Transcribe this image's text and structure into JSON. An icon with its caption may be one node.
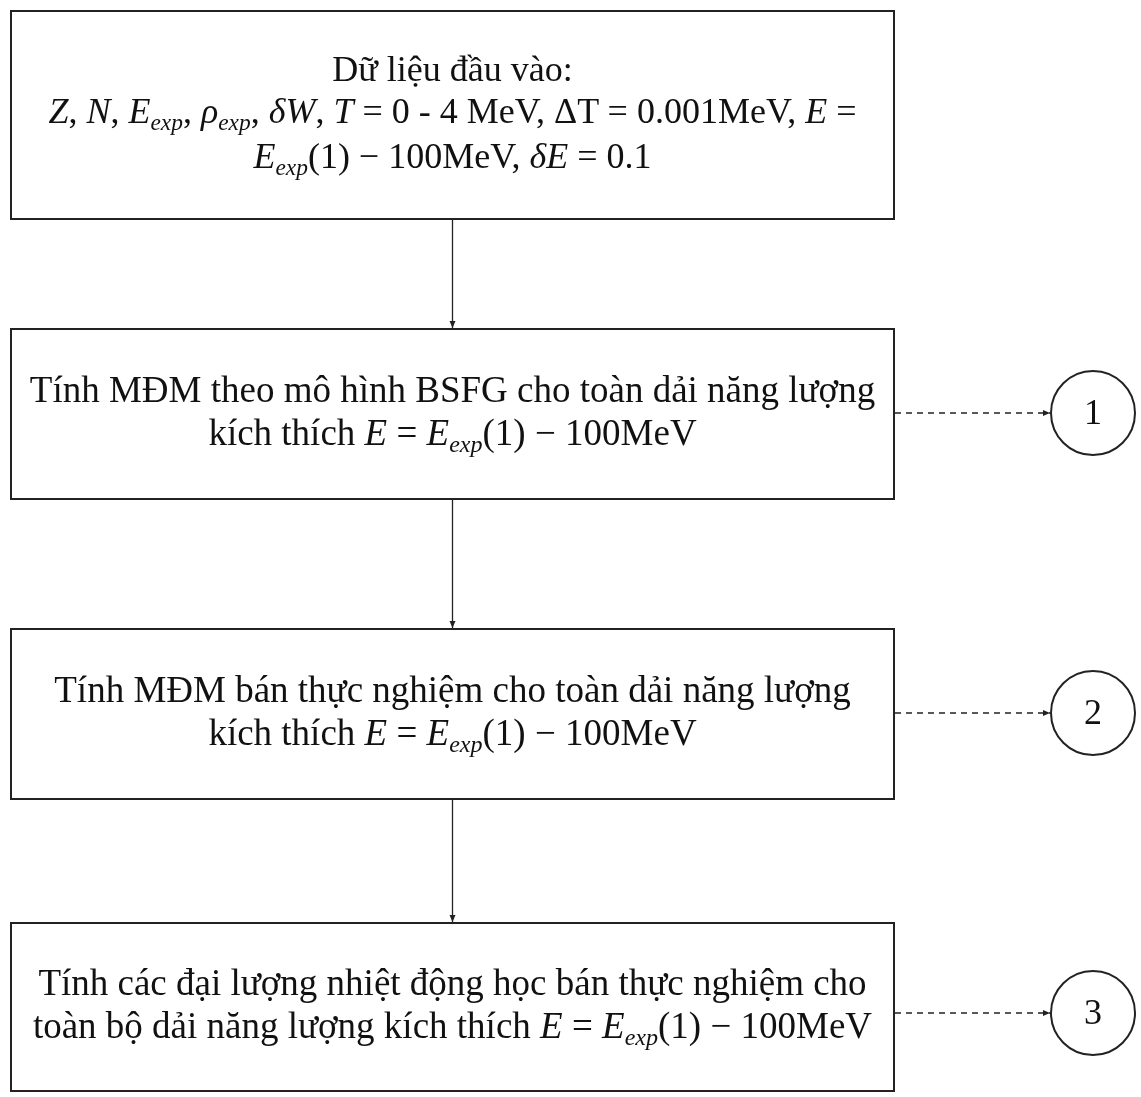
{
  "diagram": {
    "nodes": [
      {
        "text": [
          "Dữ liệu đầu vào:",
          "*Z*, *N*, *E*$_{exp}$, *ρ*$_{exp}$, *δW*, *T* = 0 - 4 MeV, ΔT = 0.001MeV, *E* = *E*$_{exp}$(1) − 100MeV, *δE* = 0.1"
        ]
      },
      {
        "text": [
          "Tính MĐM theo mô hình BSFG cho toàn dải năng lượng kích thích *E* = *E*$_{exp}$(1) − 100MeV"
        ]
      },
      {
        "text": [
          "Tính MĐM bán thực nghiệm cho toàn dải năng lượng kích thích *E* = *E*$_{exp}$(1) − 100MeV"
        ]
      },
      {
        "text": [
          "Tính các đại lượng nhiệt động học bán thực nghiệm cho toàn bộ dải năng lượng kích thích *E* = *E*$_{exp}$(1) − 100MeV"
        ]
      },
      {
        "text": [
          "1"
        ]
      },
      {
        "text": [
          "2"
        ]
      },
      {
        "text": [
          "3"
        ]
      }
    ],
    "edges": [
      {
        "from": 0,
        "to": 1,
        "arrow": "to"
      },
      {
        "from": 1,
        "to": 2,
        "arrow": "to"
      },
      {
        "from": 2,
        "to": 3,
        "arrow": "to"
      },
      {
        "from": 1,
        "to": 4,
        "arrow": "to",
        "style": "dashed"
      },
      {
        "from": 2,
        "to": 5,
        "arrow": "to",
        "style": "dashed"
      },
      {
        "from": 3,
        "to": 6,
        "arrow": "to",
        "style": "dashed"
      }
    ]
  }
}
